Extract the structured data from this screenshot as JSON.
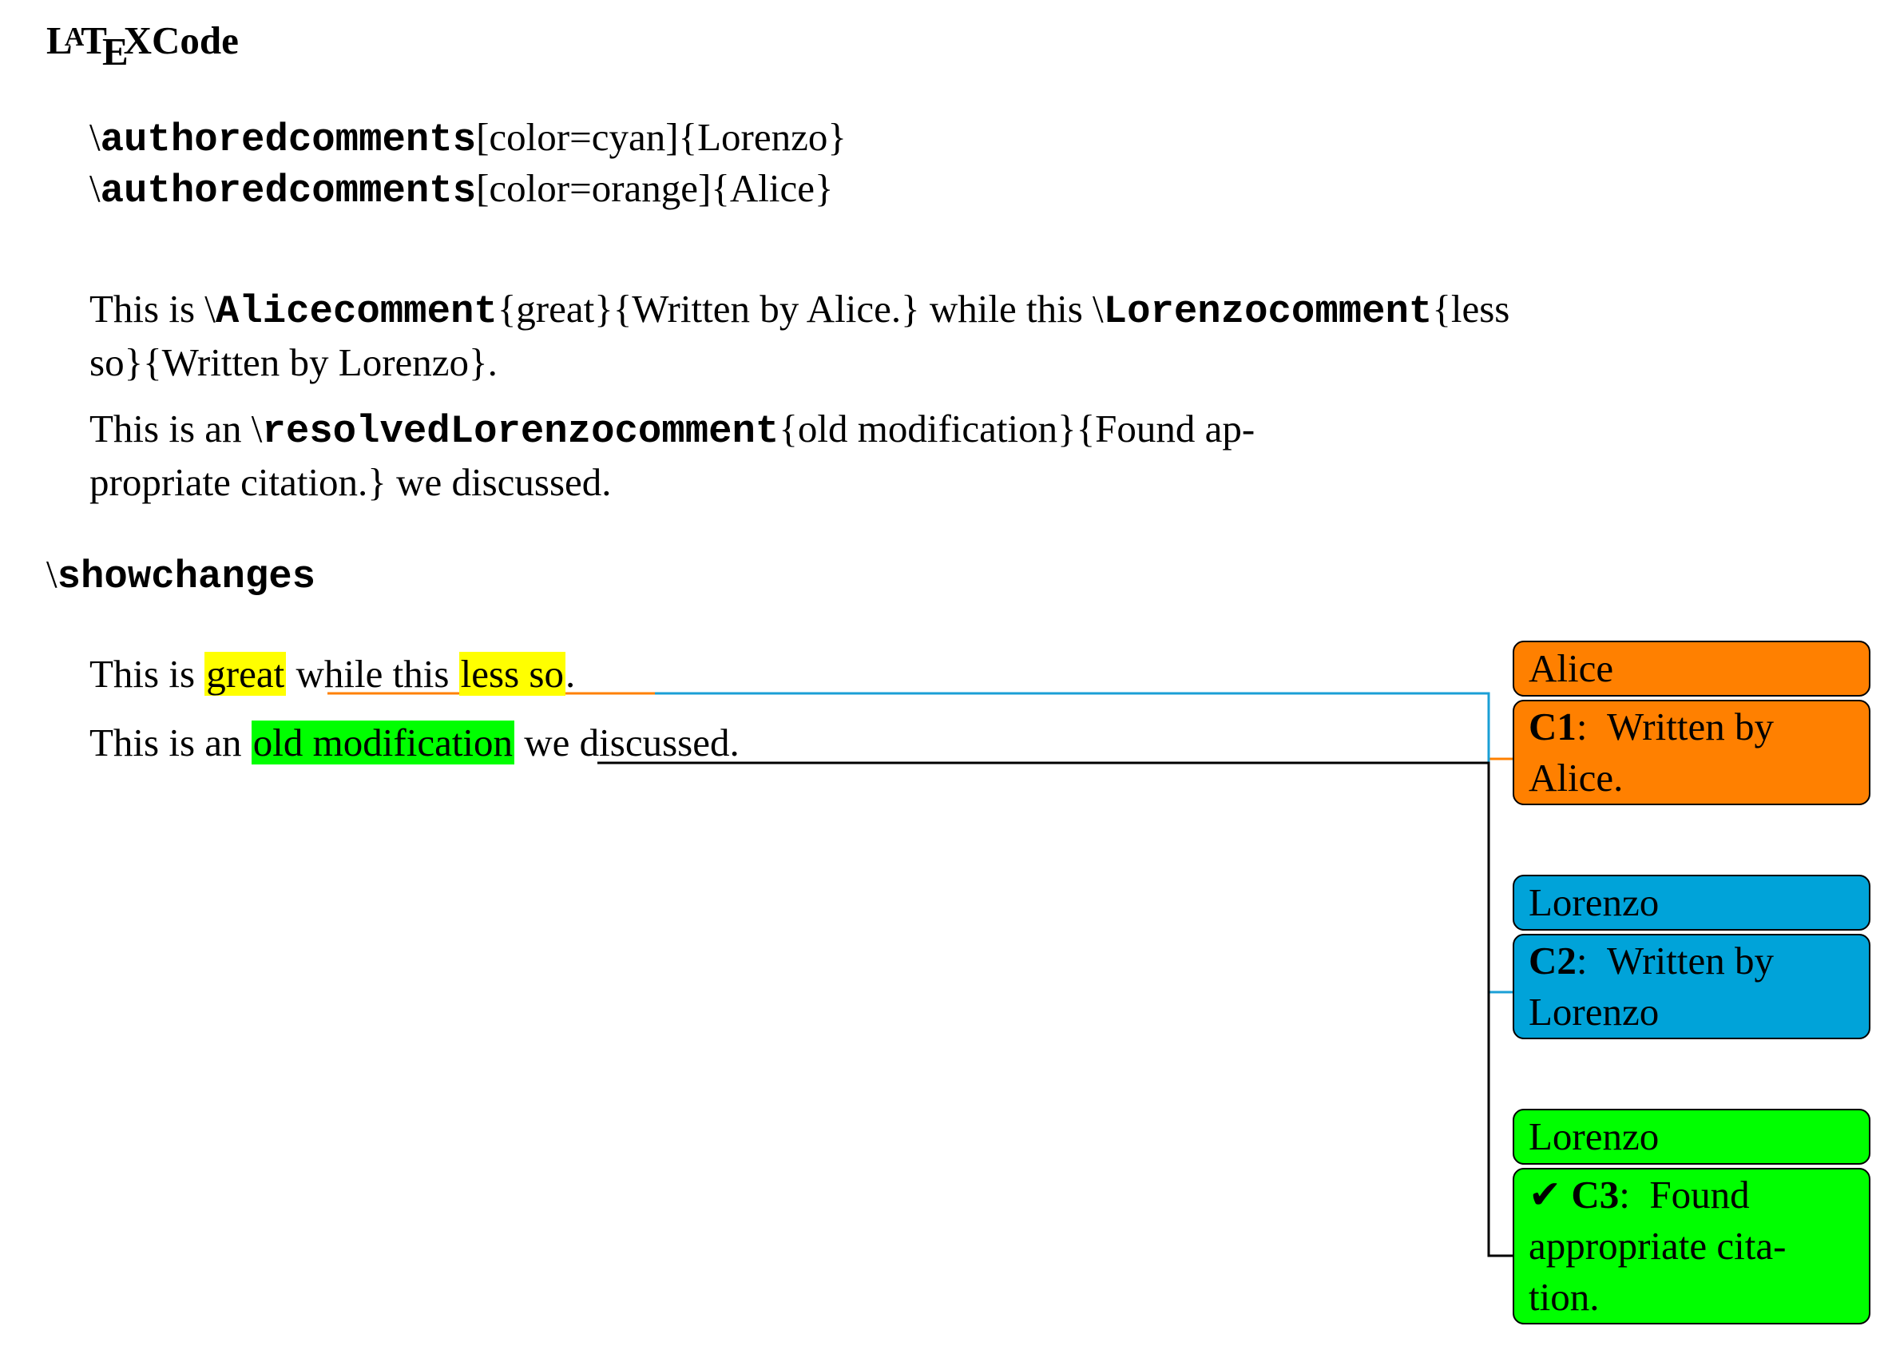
{
  "heading_latex": {
    "la": "L",
    "a": "A",
    "t": "T",
    "e": "E",
    "x": "X",
    "rest": "Code"
  },
  "code": {
    "line1": {
      "bs": "\\",
      "cmd": "authoredcomments",
      "rest": "[color=cyan]{Lorenzo}"
    },
    "line2": {
      "bs": "\\",
      "cmd": "authoredcomments",
      "rest": "[color=orange]{Alice}"
    },
    "p1": {
      "a": "This is ",
      "bs1": "\\",
      "cmd1": "Alicecomment",
      "b": "{great}{Written by Alice.} while this ",
      "bs2": "\\",
      "cmd2": "Lorenzocomment",
      "c": "{less",
      "d": "so}{Written by Lorenzo}."
    },
    "p2": {
      "a": "This is an ",
      "bs": "\\",
      "cmd": "resolvedLorenzocomment",
      "b": "{old modification}{Found ap-",
      "c": "propriate citation.} we discussed."
    }
  },
  "heading_show": {
    "bs": "\\",
    "cmd": "showchanges"
  },
  "rendered": {
    "line1": {
      "a": "This is ",
      "h1": "great",
      "b": " while this ",
      "h2": "less so",
      "c": "."
    },
    "line2": {
      "a": "This is an ",
      "h1": "old modification",
      "b": " we discussed."
    }
  },
  "comments": [
    {
      "author": "Alice",
      "label": "C1",
      "sep": ": ",
      "text1": "Written by",
      "text2": "Alice.",
      "text3": "",
      "check": "",
      "color": "#ff8000"
    },
    {
      "author": "Lorenzo",
      "label": "C2",
      "sep": ": ",
      "text1": "Written by",
      "text2": "Lorenzo",
      "text3": "",
      "check": "",
      "color": "#00a3d9"
    },
    {
      "author": "Lorenzo",
      "label": "C3",
      "sep": ": ",
      "text1": "Found",
      "text2": "appropriate cita-",
      "text3": "tion.",
      "check": "✔",
      "color": "#00ff00"
    }
  ],
  "colors": {
    "highlight_yellow": "#ffff00",
    "highlight_green": "#00ff00",
    "line_orange": "#ff8000",
    "line_cyan": "#1a9fd6",
    "line_black": "#000000"
  }
}
